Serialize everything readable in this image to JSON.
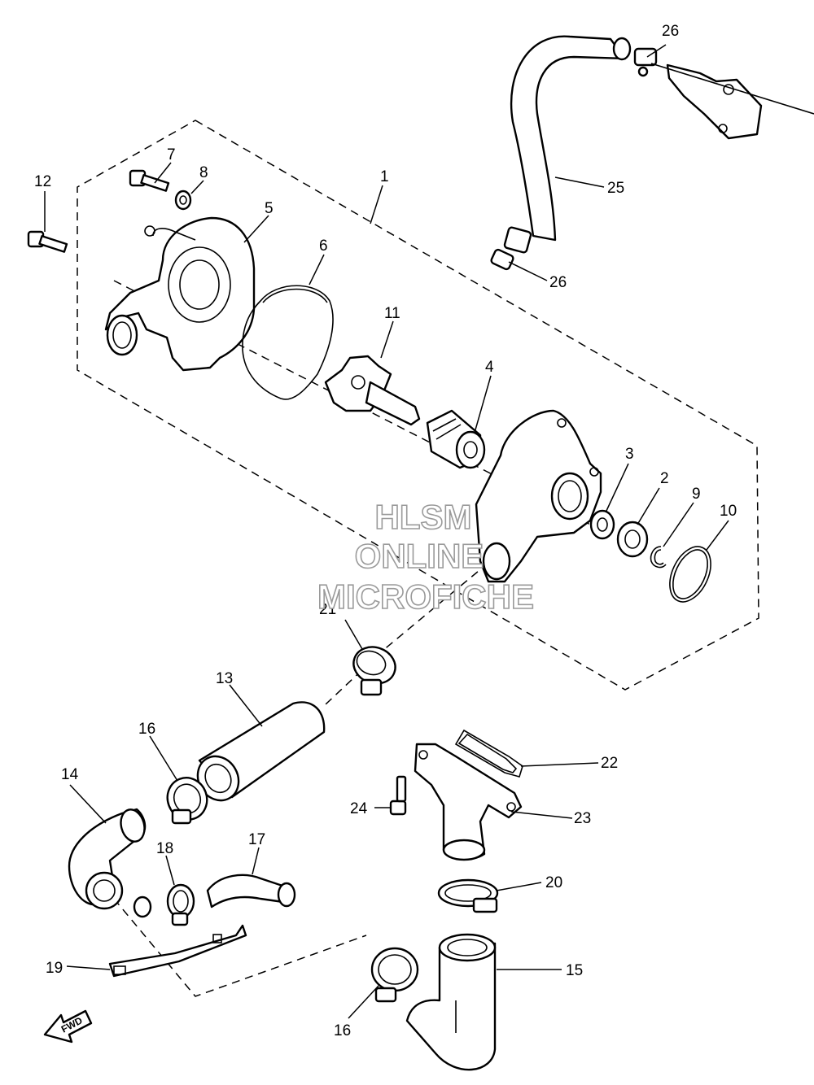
{
  "watermark": {
    "line1": "HLSM",
    "line2": "ONLINE",
    "line3": "MICROFICHE"
  },
  "fwd_label": "FWD",
  "callouts": [
    "1",
    "2",
    "3",
    "4",
    "5",
    "6",
    "7",
    "8",
    "9",
    "10",
    "11",
    "12",
    "13",
    "14",
    "15",
    "16",
    "16",
    "17",
    "18",
    "19",
    "20",
    "21",
    "22",
    "23",
    "24",
    "25",
    "26",
    "26"
  ]
}
